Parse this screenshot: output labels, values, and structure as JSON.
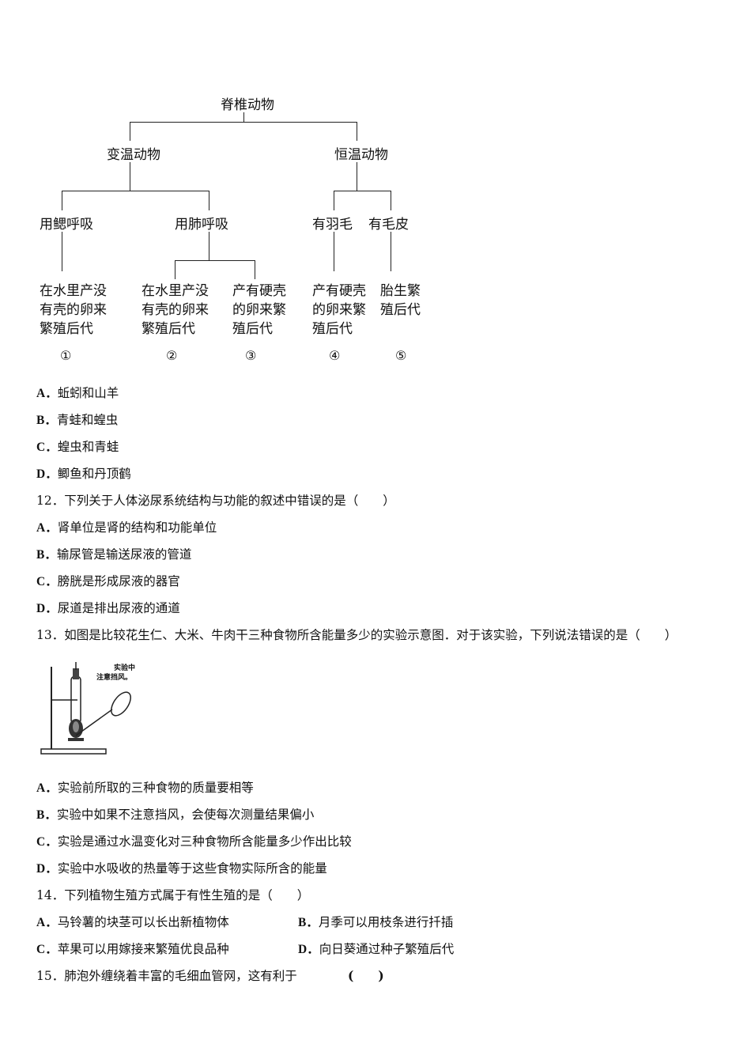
{
  "tree": {
    "root": "脊椎动物",
    "level1": [
      "变温动物",
      "恒温动物"
    ],
    "level2": [
      "用鳃呼吸",
      "用肺呼吸",
      "有羽毛",
      "有毛皮"
    ],
    "descs": [
      [
        "在水里产没",
        "有壳的卵来",
        "繁殖后代"
      ],
      [
        "在水里产没",
        "有壳的卵来",
        "繁殖后代"
      ],
      [
        "产有硬壳",
        "的卵来繁",
        "殖后代"
      ],
      [
        "产有硬壳",
        "的卵来繁",
        "殖后代"
      ],
      [
        "胎生繁",
        "殖后代"
      ]
    ],
    "nums": [
      "①",
      "②",
      "③",
      "④",
      "⑤"
    ]
  },
  "q11_options": [
    {
      "letter": "A．",
      "text": "蚯蚓和山羊"
    },
    {
      "letter": "B．",
      "text": "青蛙和蝗虫"
    },
    {
      "letter": "C．",
      "text": "蝗虫和青蛙"
    },
    {
      "letter": "D．",
      "text": "鲫鱼和丹顶鹤"
    }
  ],
  "q12": {
    "stem": "12．下列关于人体泌尿系统结构与功能的叙述中错误的是（　　）",
    "options": [
      {
        "letter": "A．",
        "text": "肾单位是肾的结构和功能单位"
      },
      {
        "letter": "B．",
        "text": "输尿管是输送尿液的管道"
      },
      {
        "letter": "C．",
        "text": "膀胱是形成尿液的器官"
      },
      {
        "letter": "D．",
        "text": "尿道是排出尿液的通道"
      }
    ]
  },
  "q13": {
    "stem": "13．如图是比较花生仁、大米、牛肉干三种食物所含能量多少的实验示意图．对于该实验，下列说法错误的是（　　）",
    "figure_label": [
      "实验中",
      "注意挡风。"
    ],
    "options": [
      {
        "letter": "A．",
        "text": "实验前所取的三种食物的质量要相等"
      },
      {
        "letter": "B．",
        "text": "实验中如果不注意挡风，会使每次测量结果偏小"
      },
      {
        "letter": "C．",
        "text": "实验是通过水温变化对三种食物所含能量多少作出比较"
      },
      {
        "letter": "D．",
        "text": "实验中水吸收的热量等于这些食物实际所含的能量"
      }
    ]
  },
  "q14": {
    "stem": "14．下列植物生殖方式属于有性生殖的是（　　）",
    "options": [
      {
        "letter": "A．",
        "text": "马铃薯的块茎可以长出新植物体"
      },
      {
        "letter": "B．",
        "text": "月季可以用枝条进行扦插"
      },
      {
        "letter": "C．",
        "text": "苹果可以用嫁接来繁殖优良品种"
      },
      {
        "letter": "D．",
        "text": "向日葵通过种子繁殖后代"
      }
    ]
  },
  "q15": {
    "stem": "15．肺泡外缠绕着丰富的毛细血管网，这有利于",
    "blank": "(　　)"
  }
}
